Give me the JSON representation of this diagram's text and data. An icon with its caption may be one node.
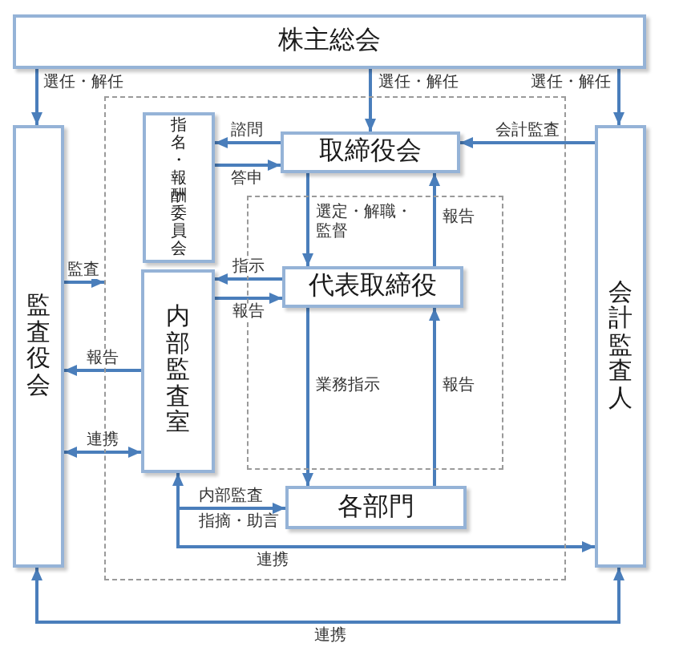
{
  "diagram": {
    "nodes": [
      {
        "text": [
          "株主総会"
        ]
      },
      {
        "text": [
          "監査役会"
        ]
      },
      {
        "text": [],
        "shape": "box"
      },
      {
        "text": [
          "指名・報酬委員会"
        ],
        "in": 2
      },
      {
        "text": [
          "取締役会"
        ],
        "in": 2
      },
      {
        "text": [],
        "shape": "box",
        "in": 2
      },
      {
        "text": [
          "代表取締役"
        ],
        "in": 5
      },
      {
        "text": [
          "内部監査室"
        ],
        "in": 2
      },
      {
        "text": [
          "各部門"
        ],
        "in": 2
      },
      {
        "text": [
          "会計監査人"
        ]
      }
    ],
    "edges": [
      {
        "from": 0,
        "to": 1,
        "arrow": "to",
        "label": "選任・解任"
      },
      {
        "from": 0,
        "to": 4,
        "arrow": "to",
        "label": "選任・解任"
      },
      {
        "from": 0,
        "to": 9,
        "arrow": "to",
        "label": "選任・解任"
      },
      {
        "from": 4,
        "to": 3,
        "arrow": "to",
        "label": "諮問"
      },
      {
        "from": 3,
        "to": 4,
        "arrow": "to",
        "label": "答申"
      },
      {
        "from": 9,
        "to": 4,
        "arrow": "to",
        "label": "会計監査"
      },
      {
        "from": 4,
        "to": 6,
        "arrow": "to",
        "label": "選定・解職・監督"
      },
      {
        "from": 6,
        "to": 4,
        "arrow": "to",
        "label": "報告"
      },
      {
        "from": 6,
        "to": 7,
        "arrow": "to",
        "label": "指示"
      },
      {
        "from": 7,
        "to": 6,
        "arrow": "to",
        "label": "報告"
      },
      {
        "from": 1,
        "to": 2,
        "arrow": "to",
        "label": "監査"
      },
      {
        "from": 7,
        "to": 1,
        "arrow": "to",
        "label": "報告"
      },
      {
        "from": 1,
        "to": 7,
        "arrow": "both",
        "label": "連携"
      },
      {
        "from": 6,
        "to": 8,
        "arrow": "to",
        "label": "業務指示"
      },
      {
        "from": 8,
        "to": 6,
        "arrow": "to",
        "label": "報告"
      },
      {
        "from": 7,
        "to": 8,
        "arrow": "to",
        "label": "内部監査"
      },
      {
        "from": 7,
        "to": 9,
        "arrow": "both",
        "label": "連携"
      },
      {
        "from": 1,
        "to": 9,
        "arrow": "both",
        "label": "連携"
      }
    ],
    "labels": [
      "指摘・助言"
    ]
  }
}
